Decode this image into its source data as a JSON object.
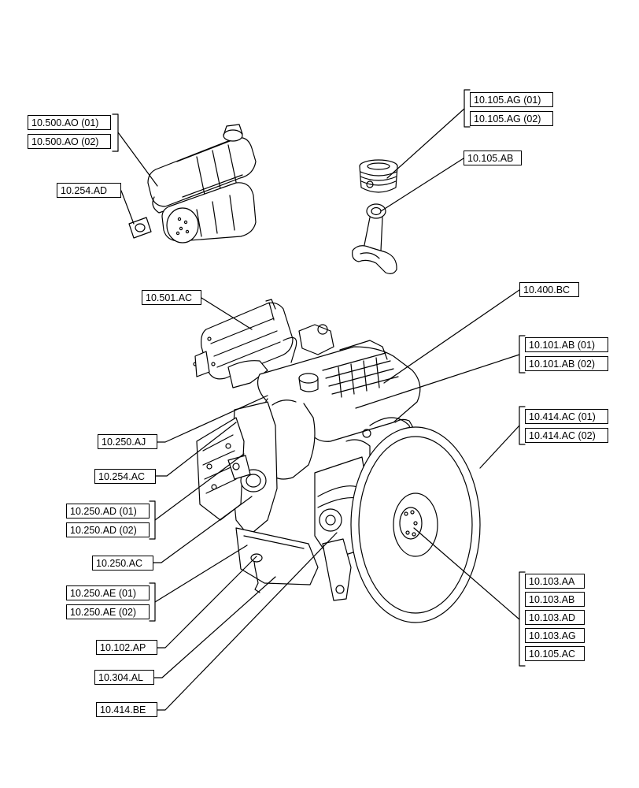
{
  "labels": {
    "l_500_ao_01": "10.500.AO (01)",
    "l_500_ao_02": "10.500.AO (02)",
    "l_254_ad": "10.254.AD",
    "l_105_ag_01": "10.105.AG (01)",
    "l_105_ag_02": "10.105.AG (02)",
    "l_105_ab": "10.105.AB",
    "l_501_ac": "10.501.AC",
    "l_400_bc": "10.400.BC",
    "l_101_ab_01": "10.101.AB (01)",
    "l_101_ab_02": "10.101.AB (02)",
    "l_414_ac_01": "10.414.AC (01)",
    "l_414_ac_02": "10.414.AC (02)",
    "l_250_aj": "10.250.AJ",
    "l_254_ac": "10.254.AC",
    "l_250_ad_01": "10.250.AD (01)",
    "l_250_ad_02": "10.250.AD (02)",
    "l_250_ac": "10.250.AC",
    "l_250_ae_01": "10.250.AE (01)",
    "l_250_ae_02": "10.250.AE (02)",
    "l_102_ap": "10.102.AP",
    "l_304_al": "10.304.AL",
    "l_414_be": "10.414.BE",
    "l_103_aa": "10.103.AA",
    "l_103_ab": "10.103.AB",
    "l_103_ad": "10.103.AD",
    "l_103_ag": "10.103.AG",
    "l_105_ac": "10.105.AC"
  },
  "colors": {
    "line": "#000000",
    "background": "#ffffff"
  }
}
